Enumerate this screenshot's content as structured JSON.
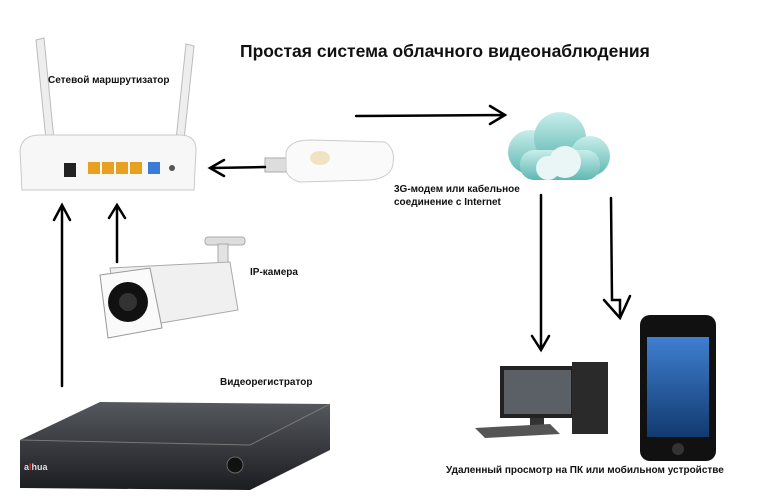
{
  "title": "Простая система облачного видеонаблюдения",
  "labels": {
    "router": "Сетевой маршрутизатор",
    "modem": "3G-модем или кабельное соединение с Internet",
    "camera": "IP-камера",
    "dvr": "Видеорегистратор",
    "remote": "Удаленный просмотр на ПК или мобильном устройстве"
  },
  "dvr_brand": "alhua",
  "colors": {
    "cloud": "#8fd3cf",
    "router_ports": "#e8a020",
    "dvr": "#2b2b30"
  }
}
